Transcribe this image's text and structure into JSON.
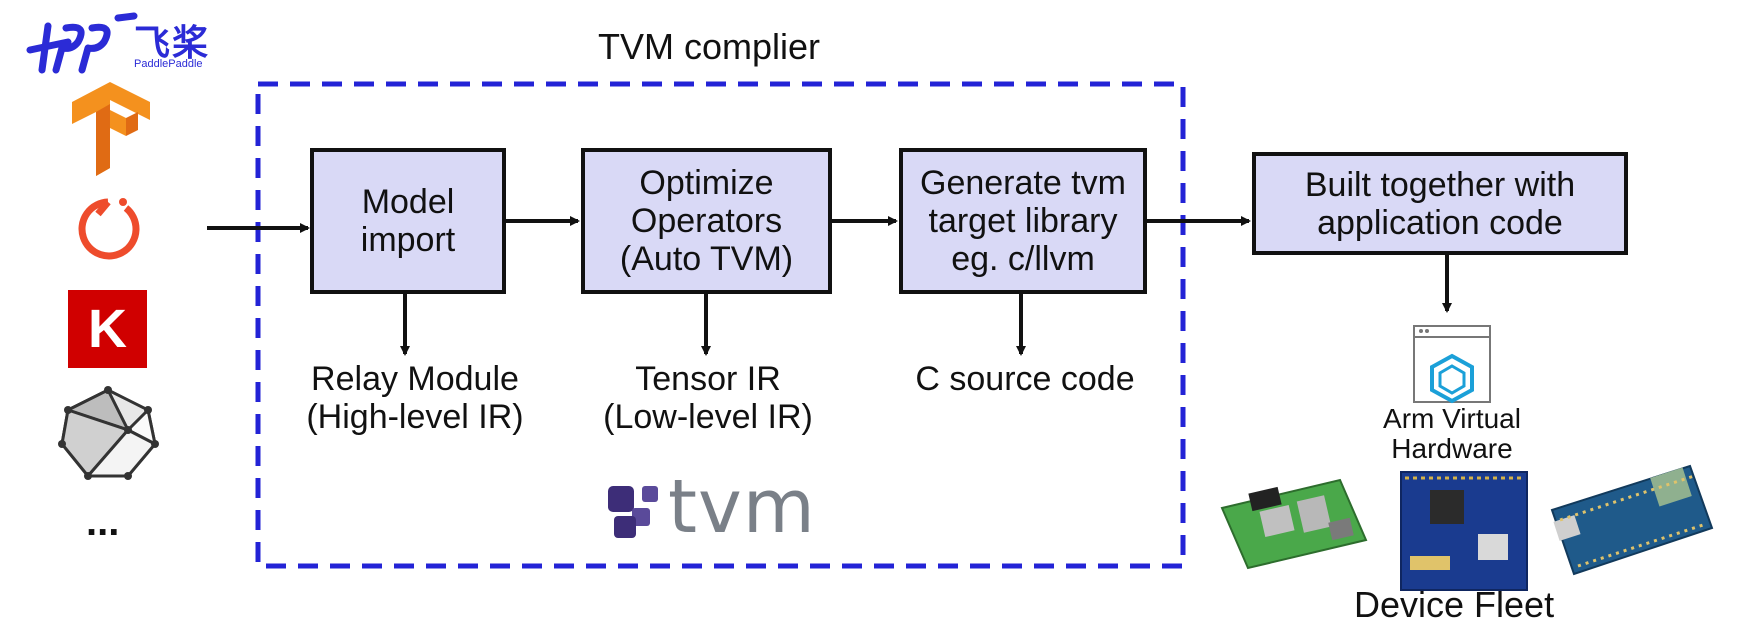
{
  "diagram": {
    "title": "TVM complier",
    "frameworks": {
      "paddle_cn": "飞桨",
      "paddle_en": "PaddlePaddle",
      "keras_letter": "K",
      "more": "..."
    },
    "stages": [
      {
        "label": "Model\nimport",
        "output": "Relay Module\n(High-level IR)"
      },
      {
        "label": "Optimize\nOperators\n(Auto TVM)",
        "output": "Tensor IR\n(Low-level IR)"
      },
      {
        "label": "Generate tvm\ntarget library\neg. c/llvm",
        "output": "C source code"
      }
    ],
    "build": {
      "label": "Built together with\napplication code"
    },
    "avh_label": "Arm Virtual\nHardware",
    "tvm_logo_text": "tvm",
    "device_fleet_label": "Device Fleet",
    "colors": {
      "box_fill": "#d9d9f6",
      "dashed_border": "#2323d6",
      "paddle_blue": "#2b2bd6",
      "tensorflow_orange": "#f4911e",
      "pytorch_red": "#ee4c2c",
      "keras_red": "#d00000",
      "tvm_purple": "#3d2d78",
      "tvm_gray": "#7a8088"
    }
  }
}
